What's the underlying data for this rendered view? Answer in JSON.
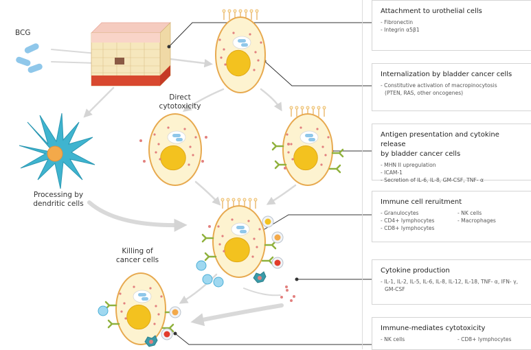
{
  "labels": {
    "bcg": "BCG",
    "direct": [
      "Direct",
      "cytotoxicity"
    ],
    "processing": [
      "Processing by",
      "dendritic cells"
    ],
    "killing": [
      "Killing of",
      "cancer cells"
    ]
  },
  "boxes": [
    {
      "title": [
        "Attachment to urothelial cells"
      ],
      "items": [
        "- Fibronectin",
        "- Integrin α5β1"
      ]
    },
    {
      "title": [
        "Internalization by bladder cancer cells"
      ],
      "items": [
        "- Constitutive activation of macropinocytosis",
        "(PTEN, RAS, other oncogenes)"
      ]
    },
    {
      "title": [
        "Antigen presentation and cytokine release",
        "by bladder cancer cells"
      ],
      "items": [
        "- MHN  II upregulation",
        "- ICAM-1",
        "- Secretion of IL-6, IL-8, GM-CSF, TNF- α"
      ]
    },
    {
      "title": [
        "Immune cell reruitment"
      ],
      "col1": [
        "- Granulocytes",
        "- CD4+  lymphocytes",
        "- CD8+  lymphocytes"
      ],
      "col2": [
        "- NK cells",
        "- Macrophages"
      ]
    },
    {
      "title": [
        "Cytokine production"
      ],
      "items": [
        "- IL-1, IL-2, IL-5, IL-6, IL-8, IL-12, IL-18, TNF- α, IFN- γ,",
        "GM-CSF"
      ]
    },
    {
      "title": [
        "Immune-mediates cytotoxicity"
      ],
      "col1": [
        "- NK cells"
      ],
      "col2": [
        "- CD8+  lymphocytes"
      ]
    }
  ],
  "colors": {
    "cell_fill": "#fdf3d0",
    "cell_stroke": "#e7a94f",
    "nucleus": "#f3c21f",
    "bcg": "#8fc7ea",
    "dot": "#e2807e",
    "dendritic": "#3fb4cf",
    "receptor": "#8fb13c",
    "arrow": "#d9d9d9",
    "connector": "#333333"
  }
}
